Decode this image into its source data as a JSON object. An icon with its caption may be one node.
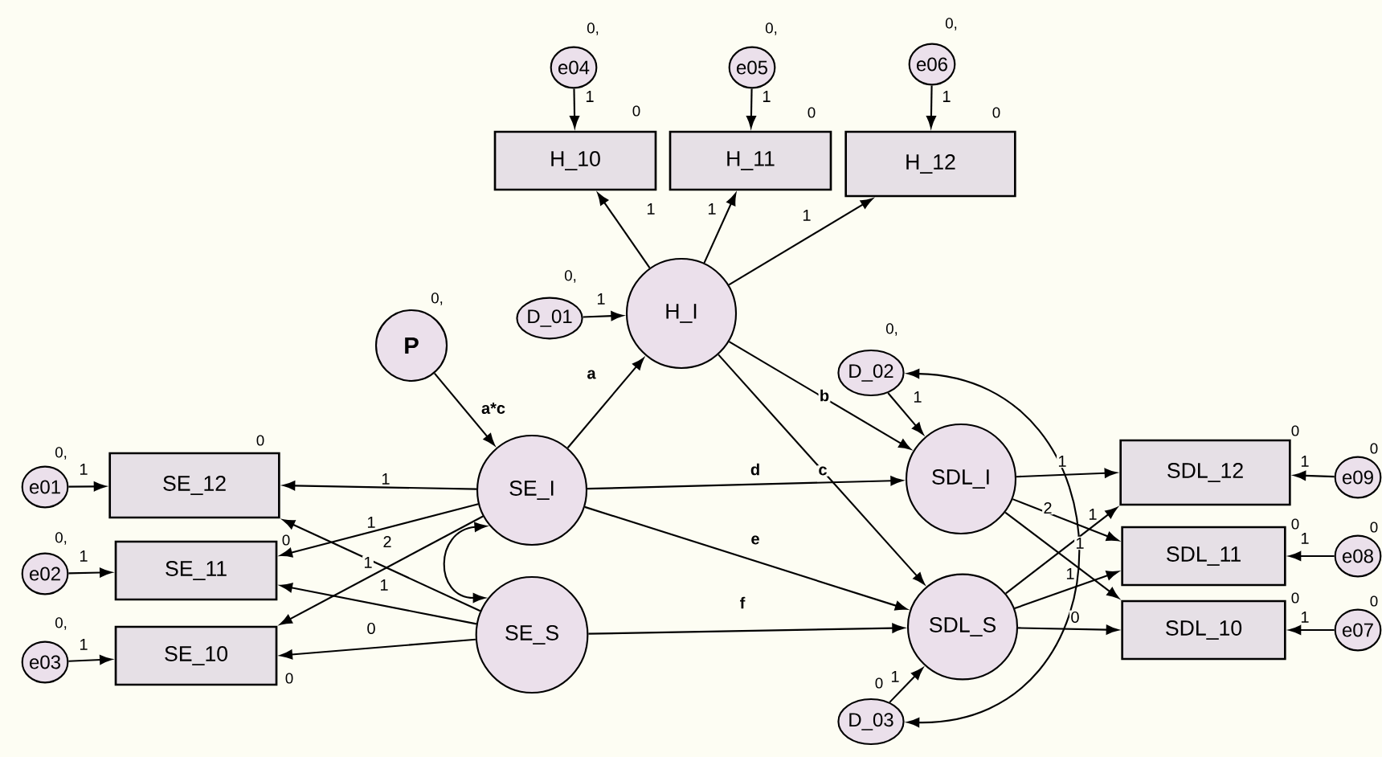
{
  "diagram": {
    "nodes": [
      {
        "text": [
          "e04"
        ],
        "beside": [
          "0,"
        ]
      },
      {
        "text": [
          "e05"
        ],
        "beside": [
          "0,"
        ]
      },
      {
        "text": [
          "e06"
        ],
        "beside": [
          "0,"
        ]
      },
      {
        "text": [
          "H_10"
        ],
        "beside": [
          "0"
        ]
      },
      {
        "text": [
          "H_11"
        ],
        "beside": [
          "0"
        ]
      },
      {
        "text": [
          "H_12"
        ],
        "beside": [
          "0"
        ]
      },
      {
        "text": [
          "D_01"
        ],
        "beside": [
          "0,"
        ]
      },
      {
        "text": [
          "H_I"
        ]
      },
      {
        "text": [
          "P"
        ],
        "beside": [
          "0,"
        ]
      },
      {
        "text": [
          "D_02"
        ],
        "beside": [
          "0,"
        ]
      },
      {
        "text": [
          "e01"
        ],
        "beside": [
          "0,"
        ]
      },
      {
        "text": [
          "SE_12"
        ],
        "beside": [
          "0"
        ]
      },
      {
        "text": [
          "SE_I"
        ]
      },
      {
        "text": [
          "SDL_I"
        ]
      },
      {
        "text": [
          "SDL_12"
        ],
        "beside": [
          "0"
        ]
      },
      {
        "text": [
          "e09"
        ],
        "beside": [
          "0"
        ]
      },
      {
        "text": [
          "e02"
        ],
        "beside": [
          "0,"
        ]
      },
      {
        "text": [
          "SE_11"
        ],
        "beside": [
          "0"
        ]
      },
      {
        "text": [
          "SDL_11"
        ],
        "beside": [
          "0"
        ]
      },
      {
        "text": [
          "e08"
        ],
        "beside": [
          "0"
        ]
      },
      {
        "text": [
          "e03"
        ],
        "beside": [
          "0,"
        ]
      },
      {
        "text": [
          "SE_10"
        ],
        "beside": [
          "0"
        ]
      },
      {
        "text": [
          "SE_S"
        ]
      },
      {
        "text": [
          "SDL_S"
        ]
      },
      {
        "text": [
          "SDL_10"
        ],
        "beside": [
          "0"
        ]
      },
      {
        "text": [
          "e07"
        ],
        "beside": [
          "0"
        ]
      },
      {
        "text": [
          "D_03"
        ],
        "beside": [
          "0"
        ]
      }
    ],
    "edges": [
      {
        "from": 0,
        "to": 3,
        "arrow": "to",
        "label": "1"
      },
      {
        "from": 1,
        "to": 4,
        "arrow": "to",
        "label": "1"
      },
      {
        "from": 2,
        "to": 5,
        "arrow": "to",
        "label": "1"
      },
      {
        "from": 7,
        "to": 3,
        "arrow": "to",
        "label": "1"
      },
      {
        "from": 7,
        "to": 4,
        "arrow": "to",
        "label": "1"
      },
      {
        "from": 7,
        "to": 5,
        "arrow": "to",
        "label": "1"
      },
      {
        "from": 6,
        "to": 7,
        "arrow": "to",
        "label": "1"
      },
      {
        "from": 8,
        "to": 12,
        "arrow": "to",
        "label": "a*c"
      },
      {
        "from": 12,
        "to": 7,
        "arrow": "to",
        "label": "a"
      },
      {
        "from": 7,
        "to": 13,
        "arrow": "to",
        "label": "b"
      },
      {
        "from": 7,
        "to": 23,
        "arrow": "to",
        "label": "c"
      },
      {
        "from": 12,
        "to": 13,
        "arrow": "to",
        "label": "d"
      },
      {
        "from": 12,
        "to": 23,
        "arrow": "to",
        "label": "e"
      },
      {
        "from": 22,
        "to": 23,
        "arrow": "to",
        "label": "f"
      },
      {
        "from": 9,
        "to": 13,
        "arrow": "to",
        "label": "1"
      },
      {
        "from": 26,
        "to": 23,
        "arrow": "to",
        "label": "1"
      },
      {
        "from": 9,
        "to": 26,
        "arrow": "both"
      },
      {
        "from": 12,
        "to": 22,
        "arrow": "both"
      },
      {
        "from": 10,
        "to": 11,
        "arrow": "to",
        "label": "1"
      },
      {
        "from": 16,
        "to": 17,
        "arrow": "to",
        "label": "1"
      },
      {
        "from": 20,
        "to": 21,
        "arrow": "to",
        "label": "1"
      },
      {
        "from": 12,
        "to": 11,
        "arrow": "to",
        "label": "1"
      },
      {
        "from": 12,
        "to": 17,
        "arrow": "to",
        "label": "1"
      },
      {
        "from": 22,
        "to": 11,
        "arrow": "to",
        "label": "2"
      },
      {
        "from": 12,
        "to": 21,
        "arrow": "to",
        "label": "1"
      },
      {
        "from": 22,
        "to": 17,
        "arrow": "to",
        "label": "1"
      },
      {
        "from": 22,
        "to": 21,
        "arrow": "to",
        "label": "0"
      },
      {
        "from": 13,
        "to": 14,
        "arrow": "to",
        "label": "1"
      },
      {
        "from": 23,
        "to": 14,
        "arrow": "to",
        "label": "1"
      },
      {
        "from": 13,
        "to": 18,
        "arrow": "to",
        "label": "2"
      },
      {
        "from": 13,
        "to": 24,
        "arrow": "to",
        "label": "1"
      },
      {
        "from": 23,
        "to": 18,
        "arrow": "to",
        "label": "1"
      },
      {
        "from": 23,
        "to": 24,
        "arrow": "to",
        "label": "0"
      },
      {
        "from": 15,
        "to": 14,
        "arrow": "to",
        "label": "1"
      },
      {
        "from": 19,
        "to": 18,
        "arrow": "to",
        "label": "1"
      },
      {
        "from": 25,
        "to": 24,
        "arrow": "to",
        "label": "1"
      }
    ]
  }
}
